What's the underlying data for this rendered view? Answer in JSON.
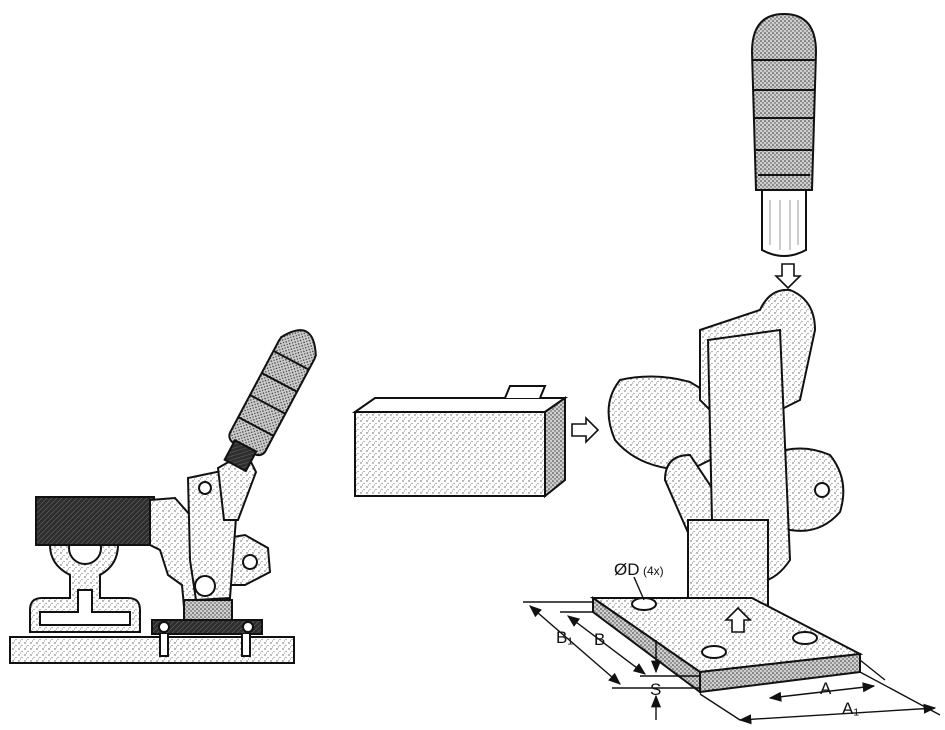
{
  "labels": {
    "diameter": "ØD",
    "quantity": "(4x)",
    "b1": "B₁",
    "b": "B",
    "s": "S",
    "a": "A",
    "a1": "A₁"
  },
  "colors": {
    "ink": "#111111",
    "background": "#ffffff",
    "dark_fill": "#3a3a3a"
  }
}
